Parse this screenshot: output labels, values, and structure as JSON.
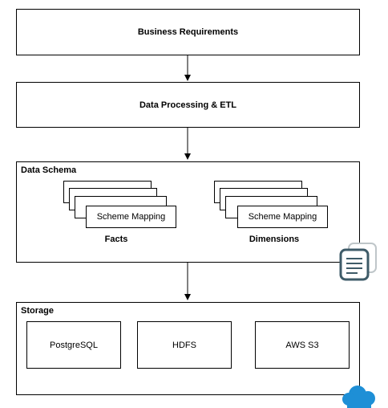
{
  "business": {
    "label": "Business Requirements"
  },
  "processing": {
    "label": "Data Processing & ETL"
  },
  "schema": {
    "title": "Data Schema",
    "facts": {
      "card_label": "Scheme Mapping",
      "label": "Facts"
    },
    "dimensions": {
      "card_label": "Scheme Mapping",
      "label": "Dimensions"
    }
  },
  "storage": {
    "title": "Storage",
    "items": [
      "PostgreSQL",
      "HDFS",
      "AWS S3"
    ]
  },
  "icons": {
    "doc_stack": "document-stack-icon",
    "cloud": "cloud-icon"
  },
  "colors": {
    "cloud": "#1e8fd6",
    "doc_icon": "#3e5b68"
  }
}
